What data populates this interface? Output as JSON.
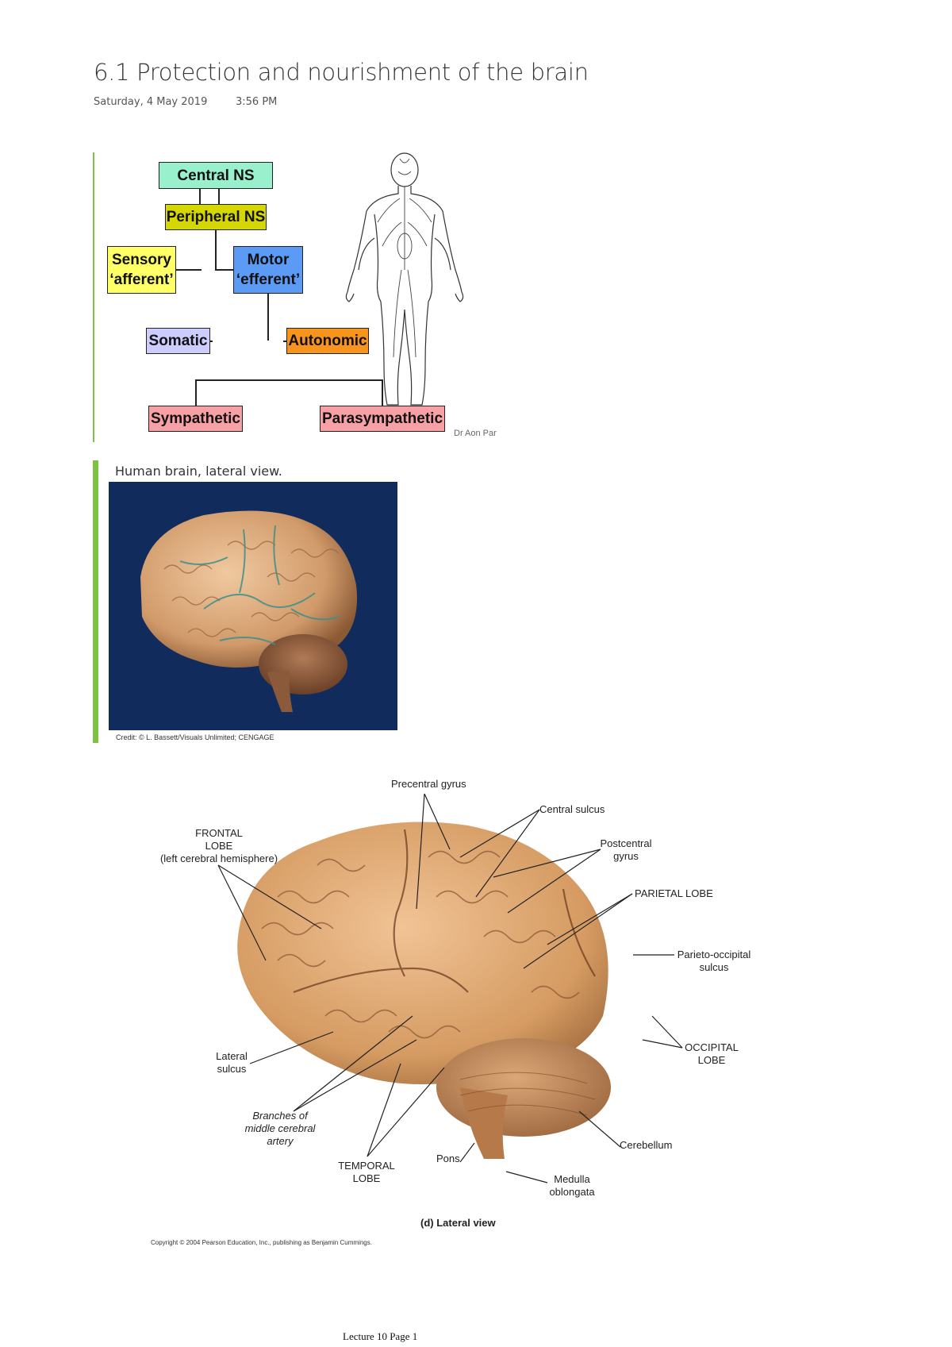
{
  "page": {
    "title": "6.1 Protection and nourishment of the brain",
    "date": "Saturday, 4 May 2019",
    "time": "3:56 PM",
    "footer": "Lecture 10 Page 1"
  },
  "diagram": {
    "boxes": {
      "central": "Central NS",
      "peripheral": "Peripheral NS",
      "sensory": "Sensory\n‘afferent’",
      "motor": "Motor\n‘efferent’",
      "somatic": "Somatic",
      "autonomic": "Autonomic",
      "sympathetic": "Sympathetic",
      "parasympathetic": "Parasympathetic"
    },
    "colors": {
      "central": "#99f0cc",
      "peripheral": "#d6d600",
      "sensory": "#ffff66",
      "motor": "#5b9bf5",
      "somatic": "#ccccff",
      "autonomic": "#f7941d",
      "sympathetic": "#f7a1a6",
      "parasympathetic": "#f7a1a6"
    },
    "credit": "Dr Aon Par"
  },
  "brain_photo": {
    "caption": "Human brain, lateral view.",
    "credit": "Credit: © L. Bassett/Visuals Unlimited; CENGAGE"
  },
  "brain_labeled": {
    "labels": {
      "precentral_gyrus": "Precentral gyrus",
      "central_sulcus": "Central sulcus",
      "frontal_lobe": "FRONTAL\nLOBE\n(left cerebral hemisphere)",
      "postcentral_gyrus": "Postcentral\ngyrus",
      "parietal_lobe": "PARIETAL LOBE",
      "parieto_occipital": "Parieto-occipital\nsulcus",
      "occipital_lobe": "OCCIPITAL\nLOBE",
      "lateral_sulcus": "Lateral\nsulcus",
      "branches": "Branches of\nmiddle cerebral\nartery",
      "temporal_lobe": "TEMPORAL\nLOBE",
      "pons": "Pons",
      "cerebellum": "Cerebellum",
      "medulla": "Medulla\noblongata"
    },
    "view_caption": "(d) Lateral view",
    "copyright": "Copyright © 2004 Pearson Education, Inc., publishing as Benjamin Cummings."
  }
}
